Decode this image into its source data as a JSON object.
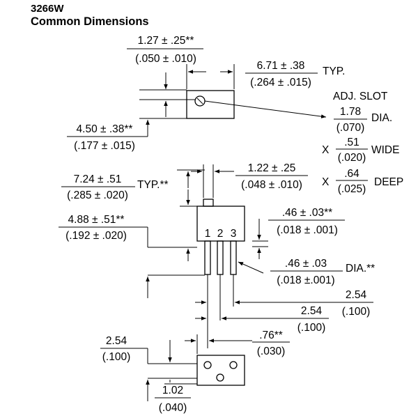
{
  "title": "3266W",
  "subtitle": "Common Dimensions",
  "dims": {
    "d1": {
      "top": "1.27 ± .25**",
      "bottom": "(.050 ± .010)"
    },
    "d2": {
      "top": "6.71 ± .38",
      "bottom": "(.264 ± .015)",
      "suffix": "TYP."
    },
    "d3": {
      "top": "4.50 ± .38**",
      "bottom": "(.177 ± .015)"
    },
    "slot": {
      "label": "ADJ. SLOT",
      "dia_top": "1.78",
      "dia_bottom": "(.070)",
      "dia_suffix": "DIA.",
      "x1": "X",
      "wide_top": ".51",
      "wide_bottom": "(.020)",
      "wide_suffix": "WIDE",
      "x2": "X",
      "deep_top": ".64",
      "deep_bottom": "(.025)",
      "deep_suffix": "DEEP"
    },
    "d4": {
      "top": "7.24 ± .51",
      "bottom": "(.285 ± .020)",
      "suffix": "TYP.**"
    },
    "d5": {
      "top": "1.22 ± .25",
      "bottom": "(.048 ± .010)"
    },
    "d6": {
      "top": "4.88 ± .51**",
      "bottom": "(.192 ± .020)"
    },
    "d7": {
      "top": ".46 ± .03**",
      "bottom": "(.018 ± .001)"
    },
    "d8": {
      "top": ".46 ± .03",
      "bottom": "(.018 ±.001)",
      "suffix": "DIA.**"
    },
    "d9": {
      "top": "2.54",
      "bottom": "(.100)"
    },
    "d10": {
      "top": "2.54",
      "bottom": "(.100)"
    },
    "d11": {
      "top": "2.54",
      "bottom": "(.100)"
    },
    "d12": {
      "top": ".76**",
      "bottom": "(.030)"
    },
    "d13": {
      "top": "1.02",
      "bottom": "(.040)"
    }
  },
  "pins": [
    "1",
    "2",
    "3"
  ]
}
